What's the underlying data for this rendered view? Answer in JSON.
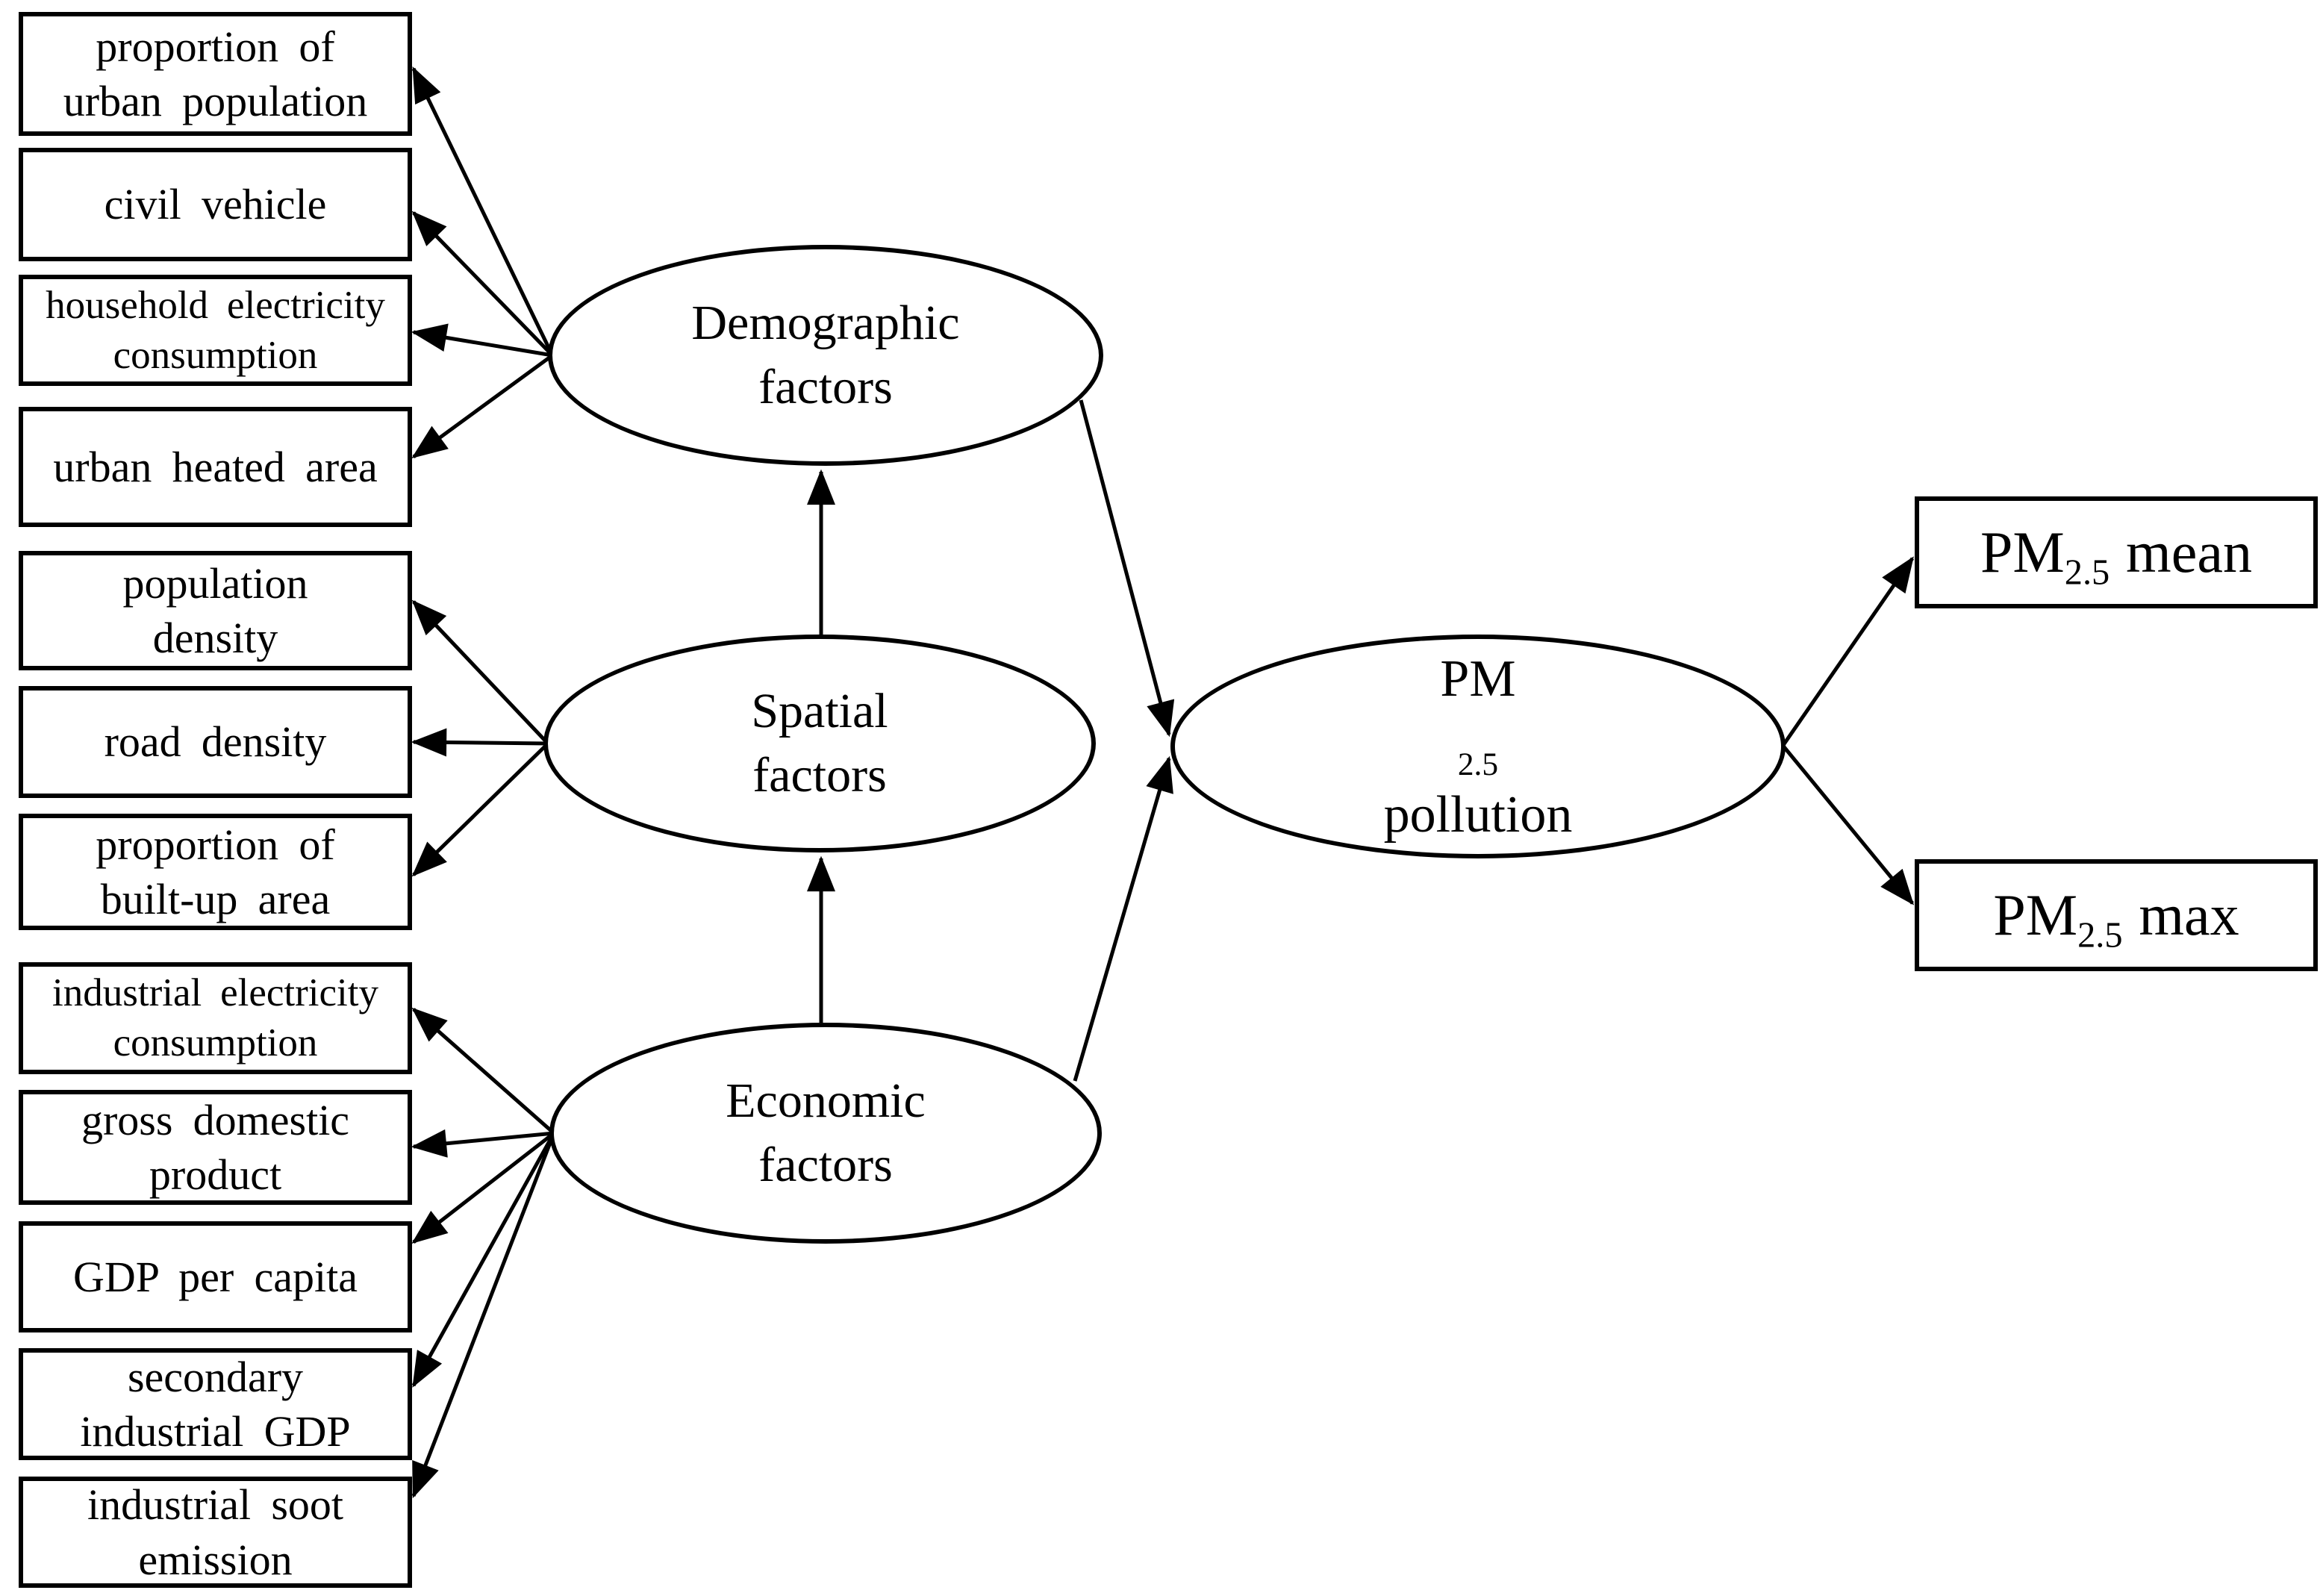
{
  "diagram": {
    "ink_color": "#000000",
    "background_color": "#ffffff"
  },
  "indicator_boxes": [
    {
      "line1": "proportion of",
      "line2": "urban population"
    },
    {
      "line1": "civil vehicle",
      "line2": ""
    },
    {
      "line1": "household electricity",
      "line2": "consumption"
    },
    {
      "line1": "urban heated area",
      "line2": ""
    },
    {
      "line1": "population",
      "line2": "density"
    },
    {
      "line1": "road density",
      "line2": ""
    },
    {
      "line1": "proportion of",
      "line2": "built-up area"
    },
    {
      "line1": "industrial electricity",
      "line2": "consumption"
    },
    {
      "line1": "gross domestic",
      "line2": "product"
    },
    {
      "line1": "GDP per capita",
      "line2": ""
    },
    {
      "line1": "secondary",
      "line2": "industrial GDP"
    },
    {
      "line1": "industrial soot",
      "line2": "emission"
    }
  ],
  "latent_factors": [
    {
      "line1": "Demographic",
      "line2": "factors"
    },
    {
      "line1": "Spatial",
      "line2": "factors"
    },
    {
      "line1": "Economic",
      "line2": "factors"
    }
  ],
  "outcome_factor": {
    "prefix": "PM",
    "sub": "2.5",
    "line2": "pollution"
  },
  "outcome_boxes": [
    {
      "prefix": "PM",
      "sub": "2.5",
      "suffix": "mean"
    },
    {
      "prefix": "PM",
      "sub": "2.5",
      "suffix": "max"
    }
  ]
}
